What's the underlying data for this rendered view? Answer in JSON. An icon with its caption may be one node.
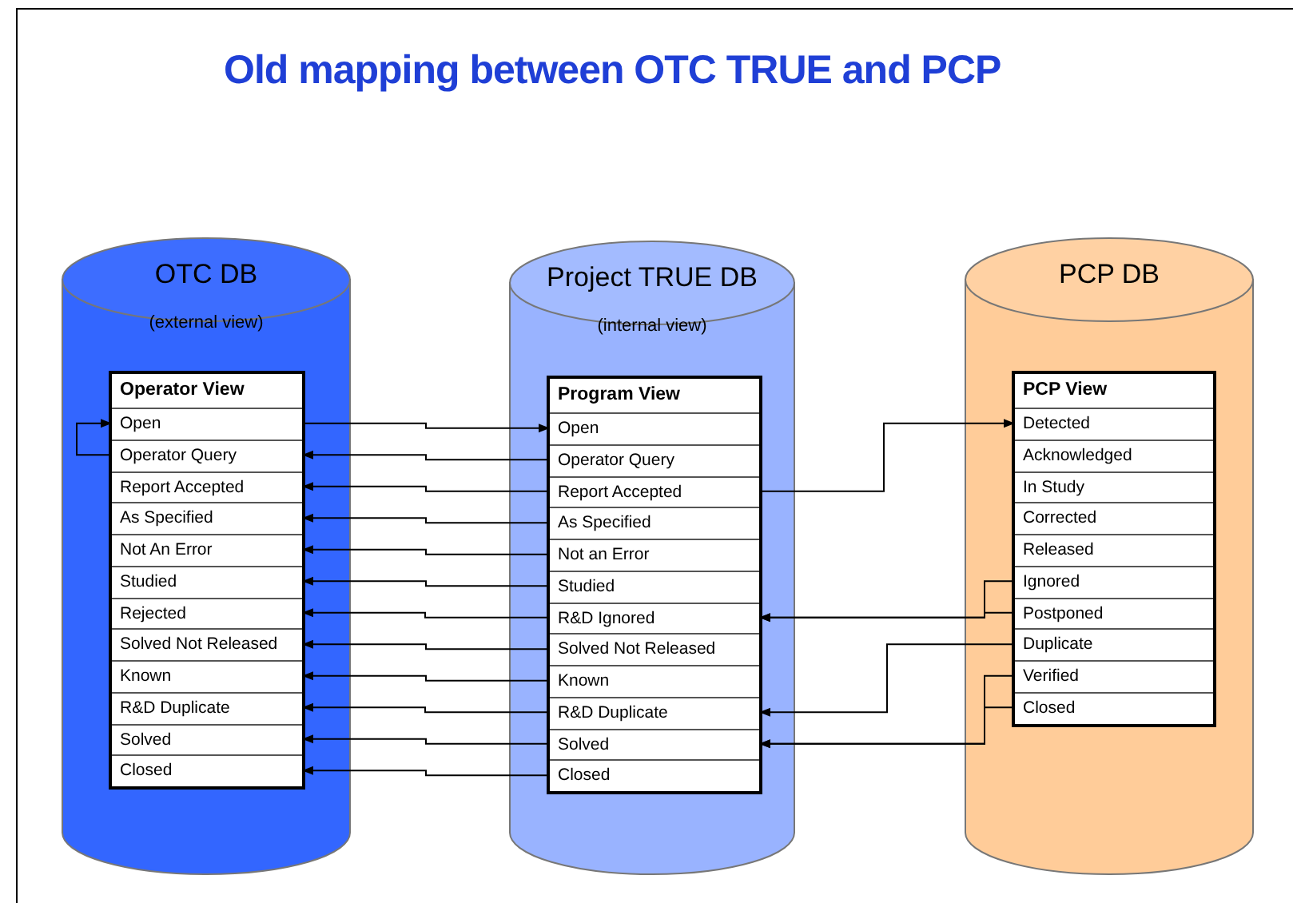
{
  "diagram": {
    "title": "Old mapping between OTC TRUE and PCP",
    "nodes": [
      {
        "text": [
          "OTC DB",
          "(external view)"
        ]
      },
      {
        "text": [
          "Operator View"
        ],
        "in": 0
      },
      {
        "text": [
          "Open"
        ],
        "in": 1
      },
      {
        "text": [
          "Operator Query"
        ],
        "in": 1
      },
      {
        "text": [
          "Report Accepted"
        ],
        "in": 1
      },
      {
        "text": [
          "As Specified"
        ],
        "in": 1
      },
      {
        "text": [
          "Not An Error"
        ],
        "in": 1
      },
      {
        "text": [
          "Studied"
        ],
        "in": 1
      },
      {
        "text": [
          "Rejected"
        ],
        "in": 1
      },
      {
        "text": [
          "Solved Not Released"
        ],
        "in": 1
      },
      {
        "text": [
          "Known"
        ],
        "in": 1
      },
      {
        "text": [
          "R&D Duplicate"
        ],
        "in": 1
      },
      {
        "text": [
          "Solved"
        ],
        "in": 1
      },
      {
        "text": [
          "Closed"
        ],
        "in": 1
      },
      {
        "text": [
          "Project TRUE DB",
          "(internal view)"
        ]
      },
      {
        "text": [
          "Program View"
        ],
        "in": 14
      },
      {
        "text": [
          "Open"
        ],
        "in": 15
      },
      {
        "text": [
          "Operator Query"
        ],
        "in": 15
      },
      {
        "text": [
          "Report Accepted"
        ],
        "in": 15
      },
      {
        "text": [
          "As Specified"
        ],
        "in": 15
      },
      {
        "text": [
          "Not an Error"
        ],
        "in": 15
      },
      {
        "text": [
          "Studied"
        ],
        "in": 15
      },
      {
        "text": [
          "R&D Ignored"
        ],
        "in": 15
      },
      {
        "text": [
          "Solved Not Released"
        ],
        "in": 15
      },
      {
        "text": [
          "Known"
        ],
        "in": 15
      },
      {
        "text": [
          "R&D Duplicate"
        ],
        "in": 15
      },
      {
        "text": [
          "Solved"
        ],
        "in": 15
      },
      {
        "text": [
          "Closed"
        ],
        "in": 15
      },
      {
        "text": [
          "PCP DB"
        ]
      },
      {
        "text": [
          "PCP View"
        ],
        "in": 28
      },
      {
        "text": [
          "Detected"
        ],
        "in": 29
      },
      {
        "text": [
          "Acknowledged"
        ],
        "in": 29
      },
      {
        "text": [
          "In Study"
        ],
        "in": 29
      },
      {
        "text": [
          "Corrected"
        ],
        "in": 29
      },
      {
        "text": [
          "Released"
        ],
        "in": 29
      },
      {
        "text": [
          "Ignored"
        ],
        "in": 29
      },
      {
        "text": [
          "Postponed"
        ],
        "in": 29
      },
      {
        "text": [
          "Duplicate"
        ],
        "in": 29
      },
      {
        "text": [
          "Verified"
        ],
        "in": 29
      },
      {
        "text": [
          "Closed"
        ],
        "in": 29
      }
    ],
    "edges": [
      {
        "from": 3,
        "to": 2,
        "arrow": "to"
      },
      {
        "from": 2,
        "to": 16,
        "arrow": "to"
      },
      {
        "from": 17,
        "to": 3,
        "arrow": "to"
      },
      {
        "from": 18,
        "to": 4,
        "arrow": "to"
      },
      {
        "from": 19,
        "to": 5,
        "arrow": "to"
      },
      {
        "from": 20,
        "to": 6,
        "arrow": "to"
      },
      {
        "from": 21,
        "to": 7,
        "arrow": "to"
      },
      {
        "from": 22,
        "to": 8,
        "arrow": "to"
      },
      {
        "from": 23,
        "to": 9,
        "arrow": "to"
      },
      {
        "from": 24,
        "to": 10,
        "arrow": "to"
      },
      {
        "from": 25,
        "to": 11,
        "arrow": "to"
      },
      {
        "from": 26,
        "to": 12,
        "arrow": "to"
      },
      {
        "from": 27,
        "to": 13,
        "arrow": "to"
      },
      {
        "from": 18,
        "to": 30,
        "arrow": "to"
      },
      {
        "from": 35,
        "to": 22,
        "arrow": "to"
      },
      {
        "from": 36,
        "to": 22,
        "arrow": "to"
      },
      {
        "from": 37,
        "to": 25,
        "arrow": "to"
      },
      {
        "from": 38,
        "to": 26,
        "arrow": "to"
      },
      {
        "from": 39,
        "to": 26,
        "arrow": "to"
      }
    ]
  }
}
